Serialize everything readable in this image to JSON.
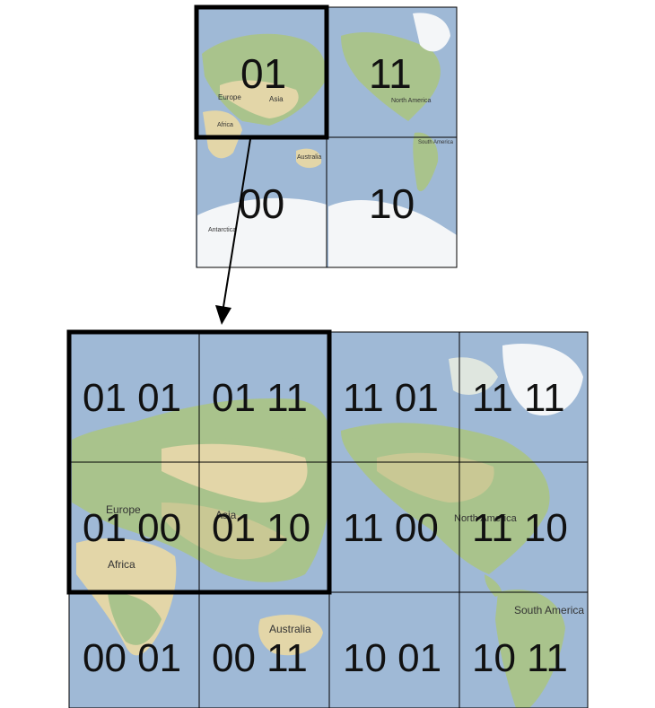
{
  "colors": {
    "ocean": "#9fb9d6",
    "land_green": "#8fb27a",
    "land_desert": "#e3d6a8",
    "ice": "#f4f6f8",
    "outline": "#000000"
  },
  "top_grid": {
    "tiles": [
      {
        "code": "01"
      },
      {
        "code": "11"
      },
      {
        "code": "00"
      },
      {
        "code": "10"
      }
    ],
    "place_labels": [
      "Europe",
      "Asia",
      "Africa",
      "North America",
      "Australia",
      "South America",
      "Antarctica"
    ]
  },
  "bottom_grid": {
    "rows": [
      [
        {
          "code": "01 01"
        },
        {
          "code": "01 11"
        },
        {
          "code": "11 01"
        },
        {
          "code": "11 11"
        }
      ],
      [
        {
          "code": "01 00"
        },
        {
          "code": "01 10"
        },
        {
          "code": "11 00"
        },
        {
          "code": "11 10"
        }
      ],
      [
        {
          "code": "00 01"
        },
        {
          "code": "00 11"
        },
        {
          "code": "10 01"
        },
        {
          "code": "10 11"
        }
      ]
    ],
    "place_labels": {
      "europe": "Europe",
      "asia": "Asia",
      "africa": "Africa",
      "north_america": "North America",
      "australia": "Australia",
      "south_america": "South America"
    }
  }
}
